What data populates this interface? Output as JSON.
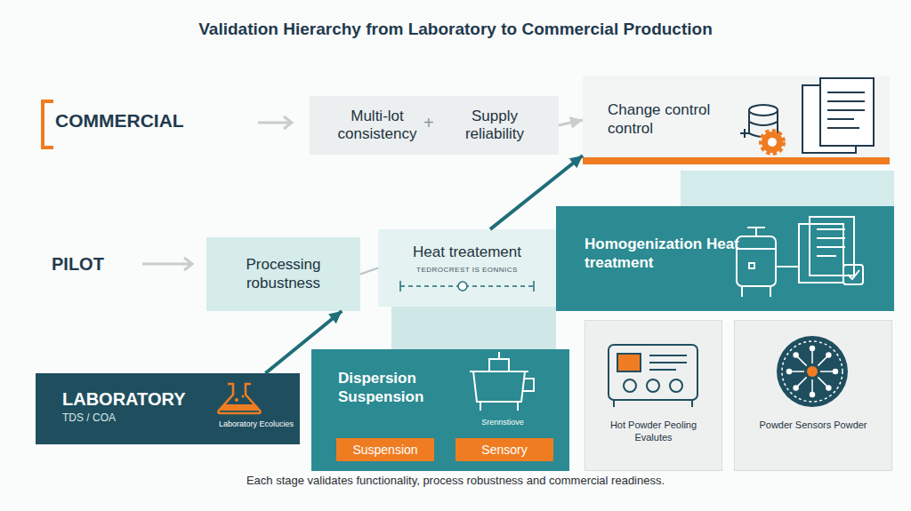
{
  "diagram": {
    "title": "Validation Hierarchy from Laboratory to Commercial Production",
    "caption": "Each stage validates functionality, process robustness and commercial readiness.",
    "nodes": [
      {
        "text": [
          "Multi-lot consistency",
          "Supply reliability"
        ]
      },
      {
        "text": [
          "Change control control"
        ]
      },
      {
        "text": [
          "Processing robustness"
        ]
      },
      {
        "text": [
          "Heat treatement",
          "TEDROCREST IS EONNICS"
        ]
      },
      {
        "text": [
          "Homogenization Heat treatment"
        ]
      },
      {
        "text": [
          "LABORATORY",
          "TDS / COA",
          "Laboratory Ecolucies"
        ]
      },
      {
        "text": [
          "Dispersion Suspension",
          "Srennstiove"
        ]
      },
      {
        "text": [
          "Suspension"
        ],
        "in": 6
      },
      {
        "text": [
          "Sensory"
        ],
        "in": 6
      },
      {
        "text": [
          "Hot Powder Peoling Evalutes"
        ]
      },
      {
        "text": [
          "Powder Sensors Powder"
        ]
      }
    ],
    "edges": [
      {
        "from": 0,
        "to": 1,
        "arrow": "to"
      },
      {
        "from": 2,
        "to": 3,
        "arrow": "none"
      },
      {
        "from": 5,
        "to": 2,
        "arrow": "to"
      },
      {
        "from": 3,
        "to": 1,
        "arrow": "to"
      }
    ],
    "labels": [
      "COMMERCIAL",
      "PILOT",
      "+"
    ]
  }
}
